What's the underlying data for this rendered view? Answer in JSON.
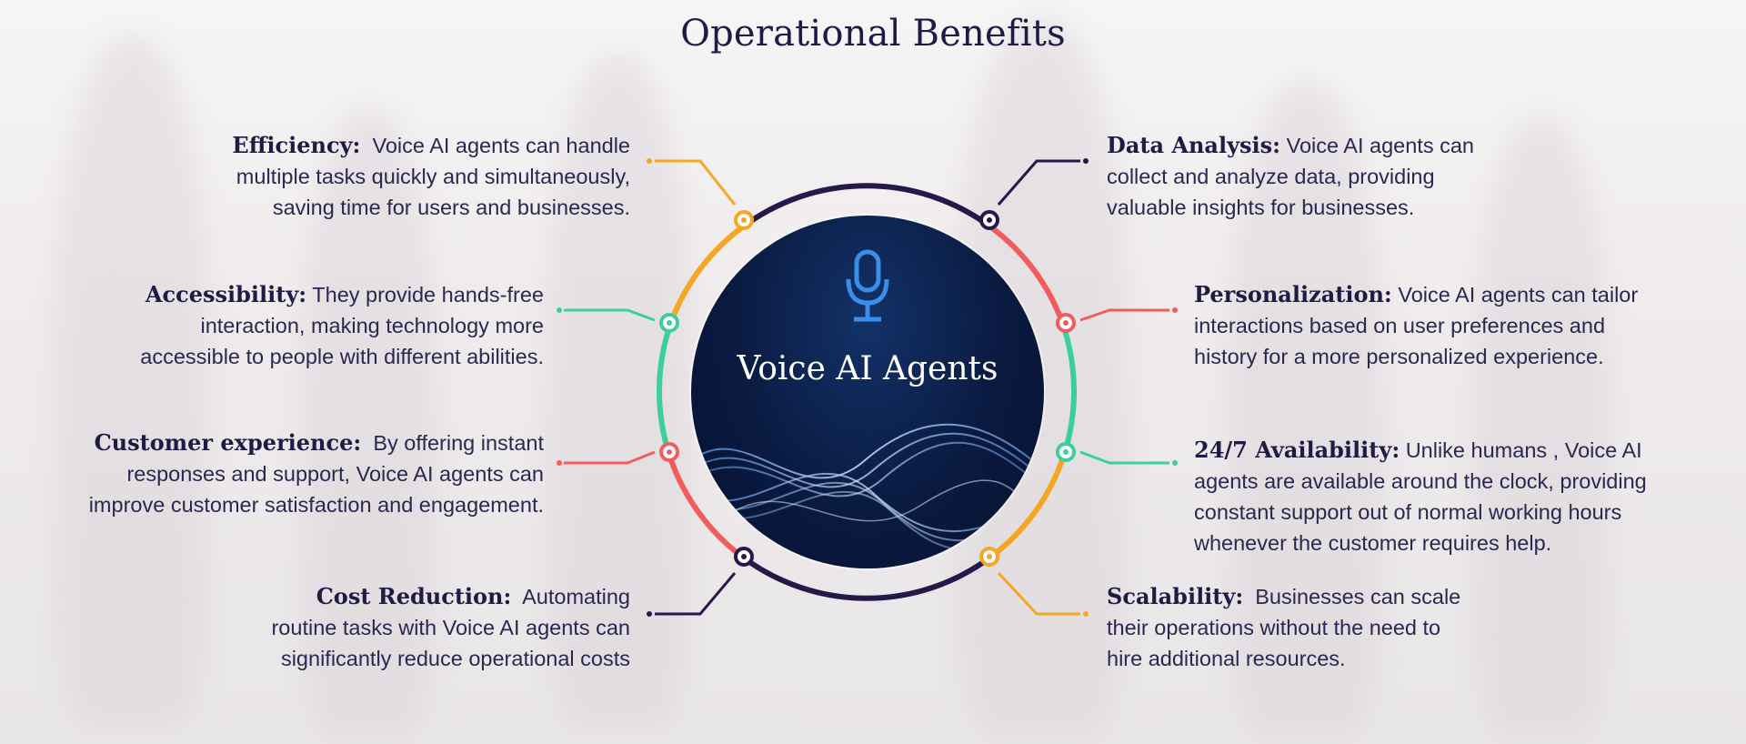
{
  "title": "Operational Benefits",
  "center": {
    "label": "Voice AI Agents",
    "icon": "microphone-icon"
  },
  "colors": {
    "navy": "#24194a",
    "orange": "#f5a623",
    "coral": "#f25c5c",
    "teal": "#3ccf9a",
    "text": "#2a2850"
  },
  "benefits": [
    {
      "key": "efficiency",
      "side": "left",
      "color": "#f5a623",
      "head": "Efficiency:",
      "lines": [
        "Voice AI agents can handle",
        "multiple tasks quickly and simultaneously,",
        "saving time for users and businesses."
      ]
    },
    {
      "key": "accessibility",
      "side": "left",
      "color": "#3ccf9a",
      "head": "Accessibility:",
      "lines": [
        "They provide hands-free",
        "interaction, making technology more",
        "accessible to people with different abilities."
      ]
    },
    {
      "key": "customer-experience",
      "side": "left",
      "color": "#f25c5c",
      "head": "Customer experience:",
      "lines": [
        "By offering instant",
        "responses and support, Voice AI agents can",
        "improve customer satisfaction and engagement."
      ]
    },
    {
      "key": "cost-reduction",
      "side": "left",
      "color": "#24194a",
      "head": "Cost Reduction:",
      "lines": [
        "Automating",
        "routine tasks with Voice AI agents can",
        "significantly reduce operational costs"
      ]
    },
    {
      "key": "data-analysis",
      "side": "right",
      "color": "#24194a",
      "head": "Data Analysis:",
      "lines": [
        "Voice AI agents can",
        "collect and analyze data, providing",
        "valuable insights for businesses."
      ]
    },
    {
      "key": "personalization",
      "side": "right",
      "color": "#f25c5c",
      "head": "Personalization:",
      "lines": [
        "Voice AI agents can tailor",
        "interactions based on user preferences and",
        "history for a more personalized experience."
      ]
    },
    {
      "key": "availability",
      "side": "right",
      "color": "#3ccf9a",
      "head": "24/7 Availability:",
      "lines": [
        "Unlike humans , Voice AI",
        "agents are available around the clock, providing",
        "constant support out of normal working hours",
        "whenever the customer requires help."
      ]
    },
    {
      "key": "scalability",
      "side": "right",
      "color": "#f5a623",
      "head": "Scalability:",
      "lines": [
        "Businesses can scale",
        "their operations without the need to",
        "hire additional resources."
      ]
    }
  ]
}
